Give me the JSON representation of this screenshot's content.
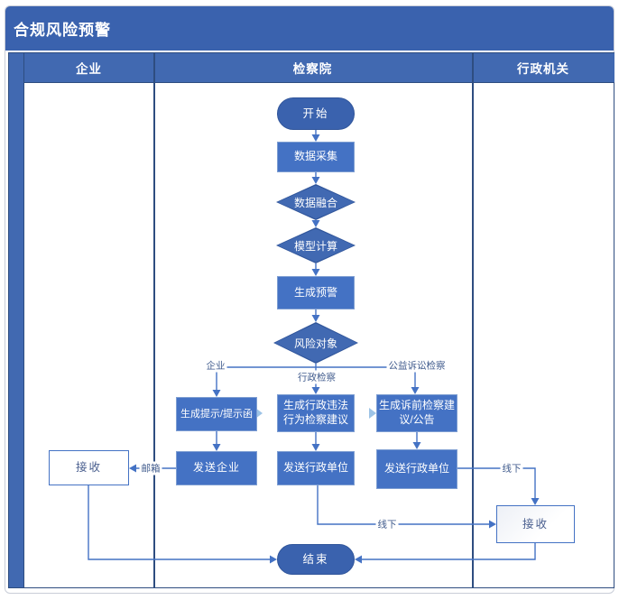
{
  "title": "合规风险预警",
  "lanes": [
    {
      "label": "企业"
    },
    {
      "label": "检察院"
    },
    {
      "label": "行政机关"
    }
  ],
  "nodes": {
    "start": "开始",
    "collect": "数据采集",
    "fusion": "数据融合",
    "model": "模型计算",
    "warning": "生成预警",
    "risk": "风险对象",
    "gen_notice": "生成提示/提示函",
    "gen_admin": "生成行政违法行为检察建议",
    "gen_pre": "生成诉前检察建议/公告",
    "send_enterprise": "发送企业",
    "send_admin_mid": "发送行政单位",
    "send_admin_right": "发送行政单位",
    "receive_enterprise": "接收",
    "receive_admin": "接收",
    "end": "结束"
  },
  "edge_labels": {
    "branch_enterprise": "企业",
    "branch_admin": "行政检察",
    "branch_public": "公益诉讼检察",
    "mail": "邮箱",
    "offline_right": "线下",
    "offline_mid": "线下"
  },
  "colors": {
    "title_bar": "#3a62ae",
    "header_fill": "#4169b1",
    "lane_border": "#2e4d80",
    "node_fill": "#4472c4",
    "node_border": "#7e9ed2",
    "terminal_fill": "#3a62ae",
    "diamond_fill": "#4169b2",
    "diamond_border": "#31569b",
    "line": "#4472c4",
    "label_text": "#3f5a8c",
    "light_arrow": "#9dc3e6"
  }
}
